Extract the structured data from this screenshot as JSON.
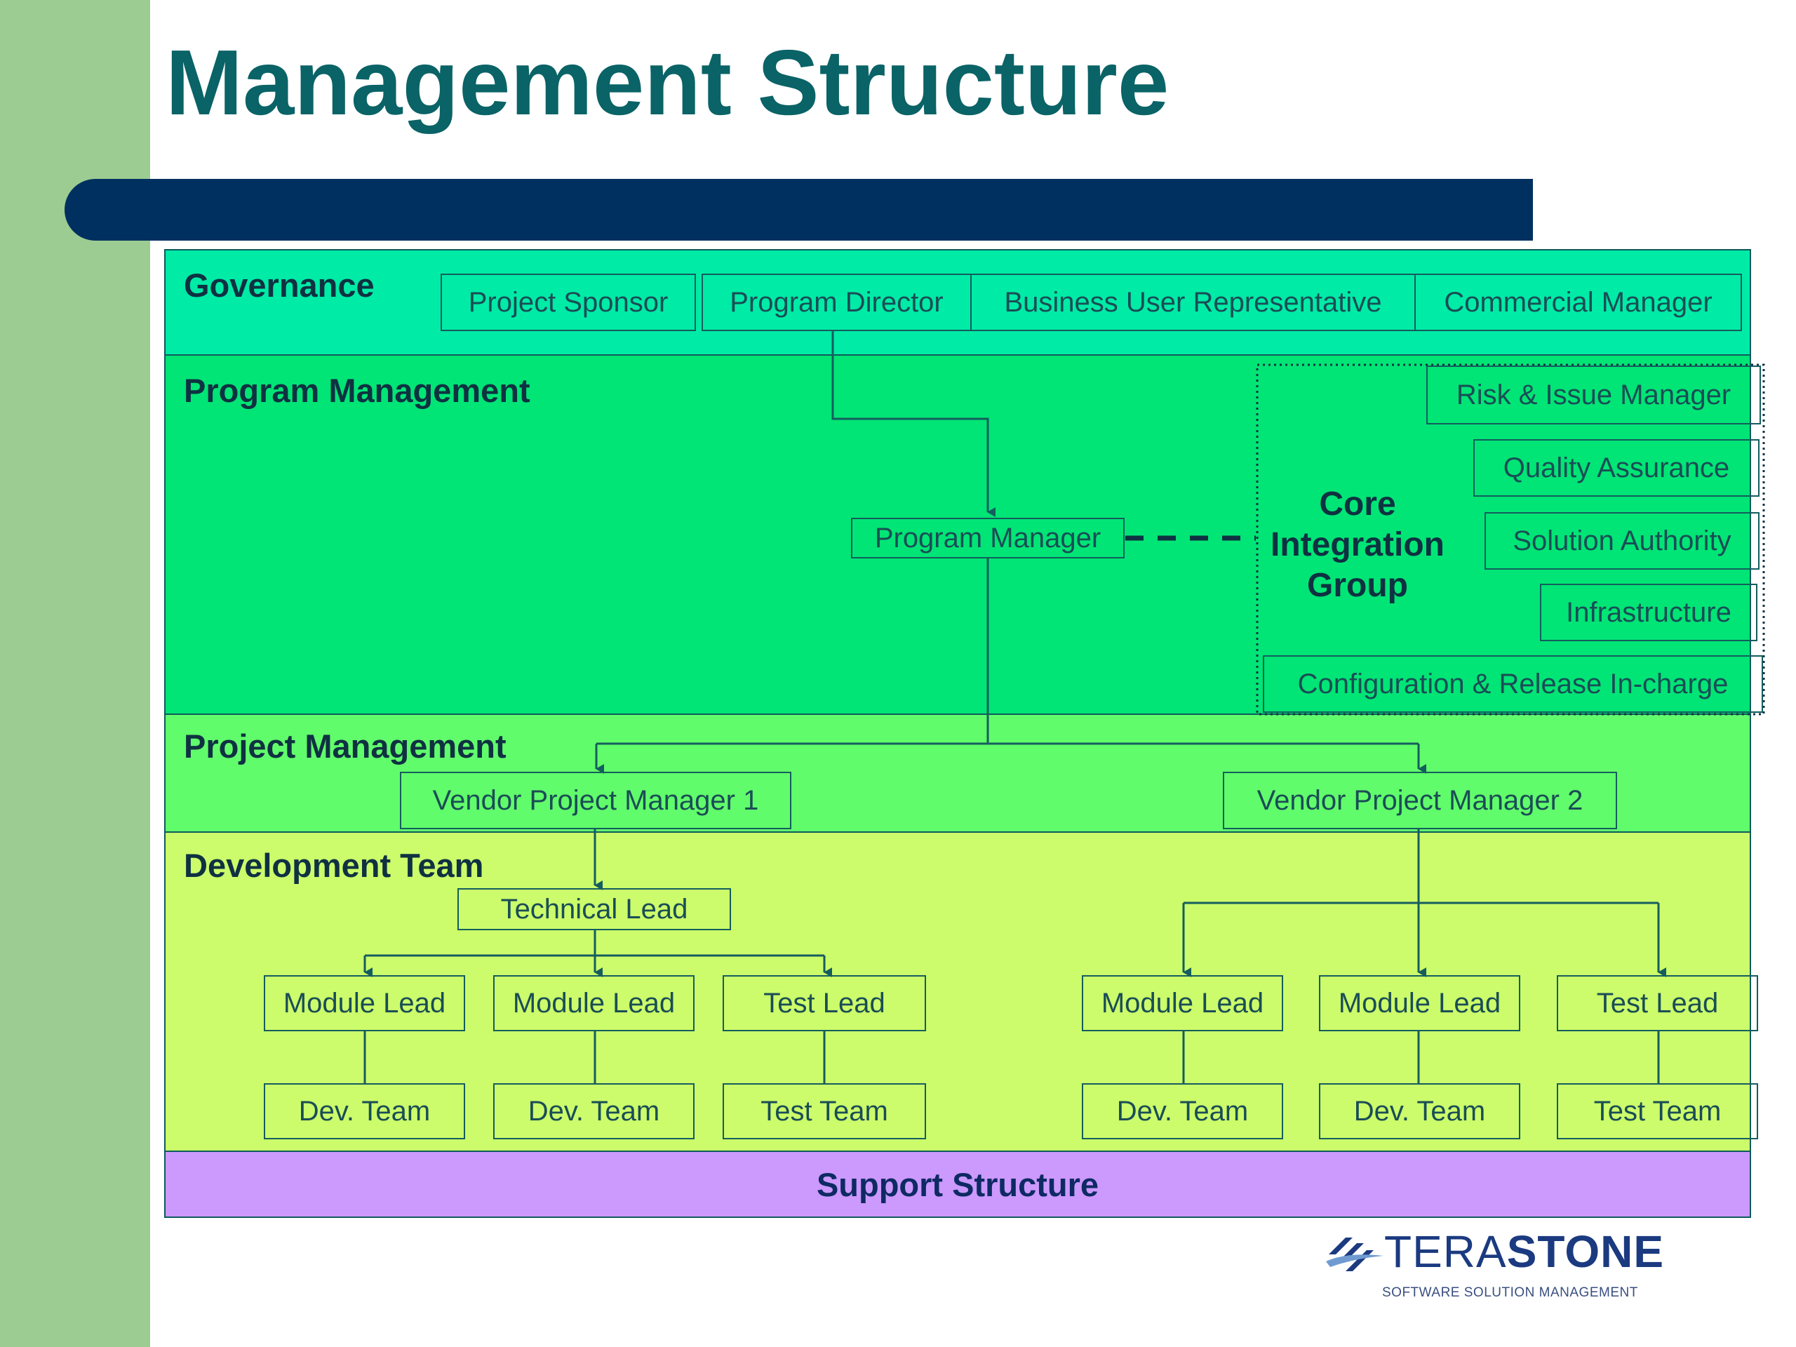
{
  "title": "Management Structure",
  "colors": {
    "governance": "#00eba6",
    "program_management": "#00e575",
    "project_management": "#61fc6b",
    "development_team": "#ccfc6b",
    "support_structure": "#cc99fd",
    "title": "#0a6366",
    "title_bar": "#00305f",
    "side_bar": "#9ccc92"
  },
  "bands": {
    "governance": "Governance",
    "program_management": "Program Management",
    "project_management": "Project Management",
    "development_team": "Development Team",
    "support_structure": "Support Structure"
  },
  "governance_roles": [
    "Project Sponsor",
    "Program Director",
    "Business User Representative",
    "Commercial Manager"
  ],
  "program_manager": "Program Manager",
  "core_integration_group": {
    "label_lines": [
      "Core",
      "Integration",
      "Group"
    ],
    "roles": [
      "Risk & Issue Manager",
      "Quality Assurance",
      "Solution Authority",
      "Infrastructure",
      "Configuration & Release In-charge"
    ]
  },
  "vendors": [
    "Vendor Project Manager 1",
    "Vendor Project Manager 2"
  ],
  "technical_lead": "Technical Lead",
  "left_team": {
    "leads": [
      "Module Lead",
      "Module Lead",
      "Test Lead"
    ],
    "teams": [
      "Dev. Team",
      "Dev. Team",
      "Test Team"
    ]
  },
  "right_team": {
    "leads": [
      "Module Lead",
      "Module Lead",
      "Test Lead"
    ],
    "teams": [
      "Dev. Team",
      "Dev. Team",
      "Test Team"
    ]
  },
  "logo": {
    "text_light": "TERA",
    "text_bold": "STONE",
    "tagline": "SOFTWARE SOLUTION MANAGEMENT"
  }
}
